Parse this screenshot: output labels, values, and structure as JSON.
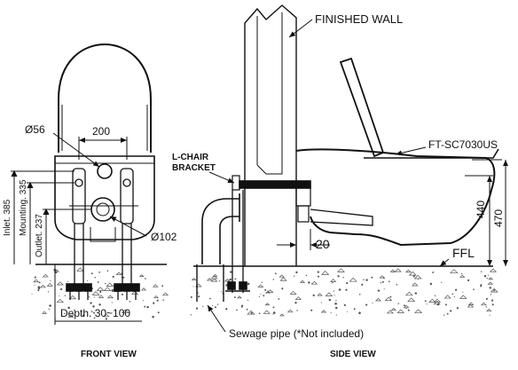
{
  "labels": {
    "finished_wall": "FINISHED WALL",
    "model": "FT-SC7030US",
    "l_chair_line1": "L-CHAIR",
    "l_chair_line2": "BRACKET",
    "ffl": "FFL",
    "sewage_pipe": "Sewage pipe (*Not included)",
    "front_view": "FRONT VIEW",
    "side_view": "SIDE VIEW"
  },
  "dimensions": {
    "width_200": "200",
    "diameter_56": "Ø56",
    "diameter_102": "Ø102",
    "inlet": "Inlet. 385",
    "mounting": "Mounting. 335",
    "outlet": "Outlet. 237",
    "depth": "Depth. 30~100",
    "offset_20": "20",
    "height_440": "440",
    "height_470": "470"
  },
  "colors": {
    "line": "#111111",
    "floor_dots": "#555555"
  }
}
